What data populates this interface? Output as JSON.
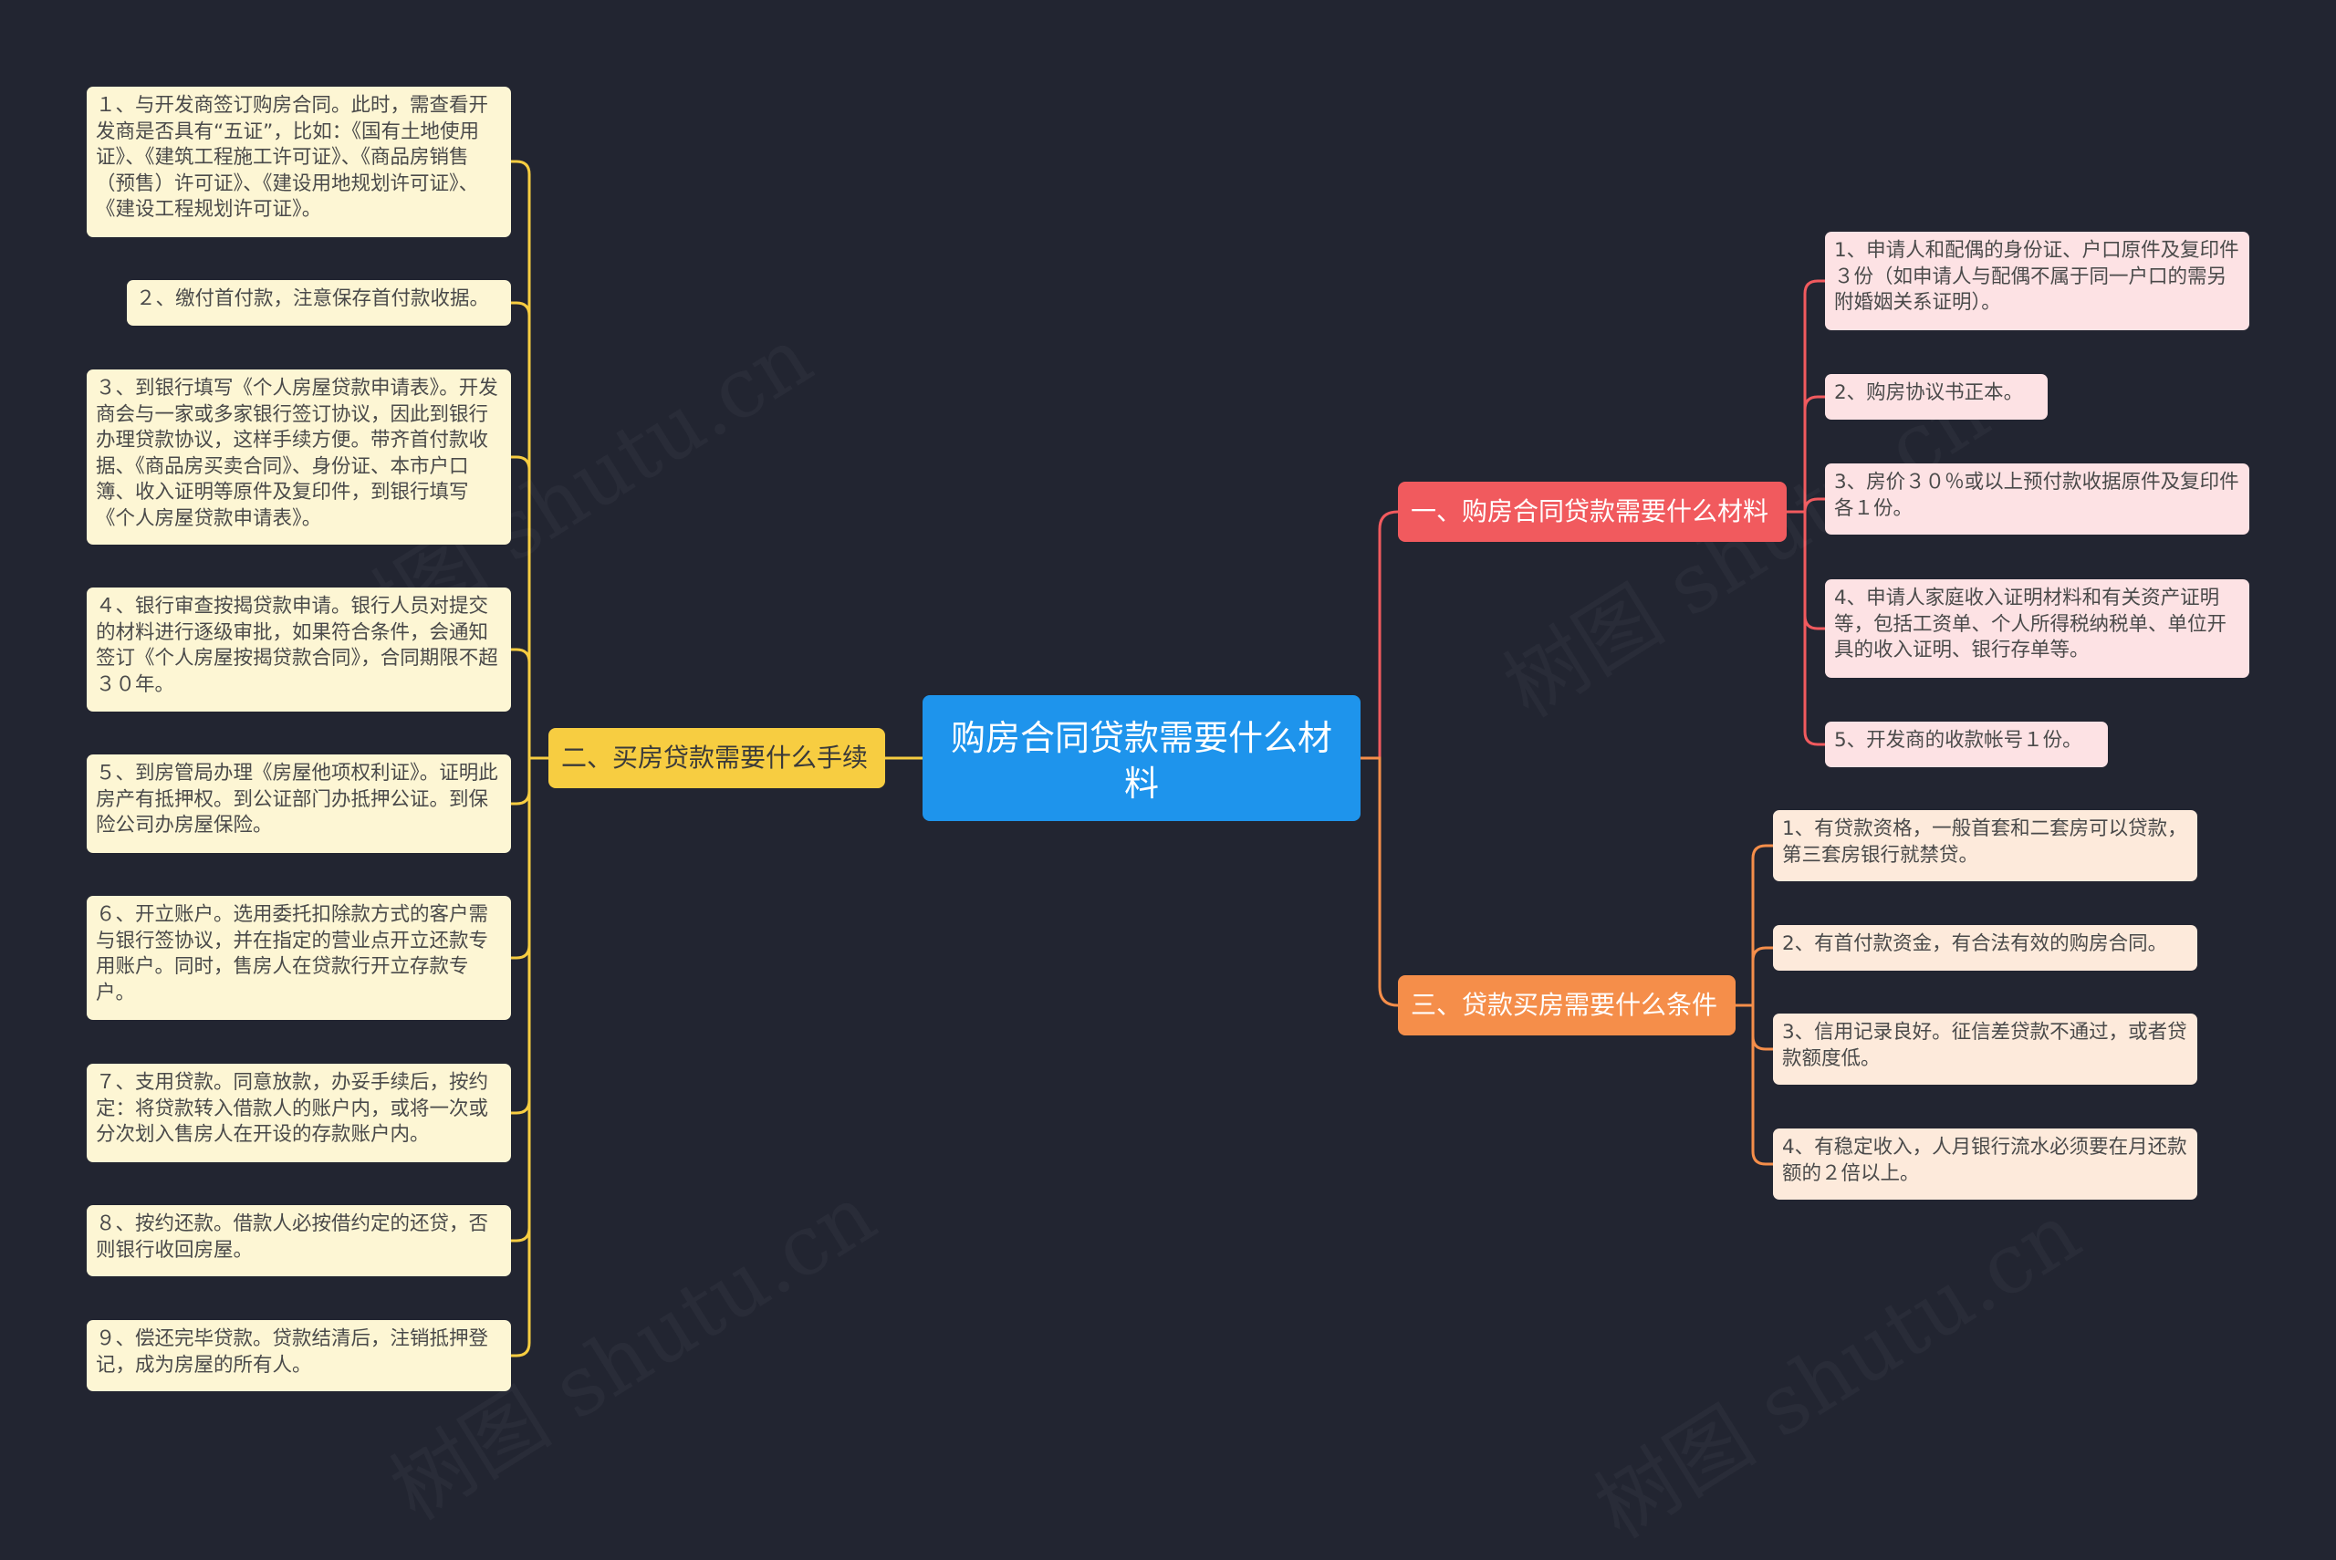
{
  "root": {
    "label": "购房合同贷款需要什么材料"
  },
  "branches": {
    "materials": {
      "label": "一、购房合同贷款需要什么材料",
      "color": "#f15a5e",
      "items": [
        "1、申请人和配偶的身份证、户口原件及复印件３份（如申请人与配偶不属于同一户口的需另附婚姻关系证明）。",
        "2、购房协议书正本。",
        "3、房价３０％或以上预付款收据原件及复印件各１份。",
        "4、申请人家庭收入证明材料和有关资产证明等，包括工资单、个人所得税纳税单、单位开具的收入证明、银行存单等。",
        "5、开发商的收款帐号１份。"
      ]
    },
    "procedures": {
      "label": "二、买房贷款需要什么手续",
      "color": "#f7cd41",
      "items": [
        "１、与开发商签订购房合同。此时，需查看开发商是否具有“五证”，比如：《国有土地使用证》、《建筑工程施工许可证》、《商品房销售（预售）许可证》、《建设用地规划许可证》、《建设工程规划许可证》。",
        "２、缴付首付款，注意保存首付款收据。",
        "３、到银行填写《个人房屋贷款申请表》。开发商会与一家或多家银行签订协议，因此到银行办理贷款协议，这样手续方便。带齐首付款收据、《商品房买卖合同》、身份证、本市户口簿、收入证明等原件及复印件，到银行填写《个人房屋贷款申请表》。",
        "４、银行审查按揭贷款申请。银行人员对提交的材料进行逐级审批，如果符合条件，会通知签订《个人房屋按揭贷款合同》，合同期限不超３０年。",
        "５、到房管局办理《房屋他项权利证》。证明此房产有抵押权。到公证部门办抵押公证。到保险公司办房屋保险。",
        "６、开立账户。选用委托扣除款方式的客户需与银行签协议，并在指定的营业点开立还款专用账户。同时，售房人在贷款行开立存款专户。",
        "７、支用贷款。同意放款，办妥手续后，按约定：将贷款转入借款人的账户内，或将一次或分次划入售房人在开设的存款账户内。",
        "８、按约还款。借款人必按借约定的还贷，否则银行收回房屋。",
        "９、偿还完毕贷款。贷款结清后，注销抵押登记，成为房屋的所有人。"
      ]
    },
    "conditions": {
      "label": "三、贷款买房需要什么条件",
      "color": "#f58e4a",
      "items": [
        "1、有贷款资格，一般首套和二套房可以贷款，第三套房银行就禁贷。",
        "2、有首付款资金，有合法有效的购房合同。",
        "3、信用记录良好。征信差贷款不通过，或者贷款额度低。",
        "4、有稳定收入，人月银行流水必须要在月还款额的２倍以上。"
      ]
    }
  },
  "watermark": "树图 shutu.cn"
}
